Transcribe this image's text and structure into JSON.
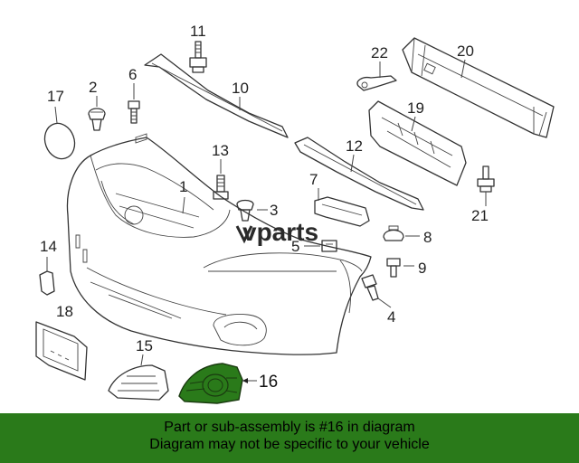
{
  "diagram": {
    "watermark": "vparts",
    "callouts": [
      "1",
      "2",
      "3",
      "4",
      "5",
      "6",
      "7",
      "8",
      "9",
      "10",
      "11",
      "12",
      "13",
      "14",
      "15",
      "16",
      "17",
      "18",
      "19",
      "20",
      "21",
      "22"
    ],
    "highlighted_callout": "16",
    "highlight_color": "#2a7a1a"
  },
  "footer": {
    "line1": "Part or sub-assembly is #16 in diagram",
    "line2": "Diagram may not be specific to your vehicle",
    "background": "#2a7a1a"
  }
}
